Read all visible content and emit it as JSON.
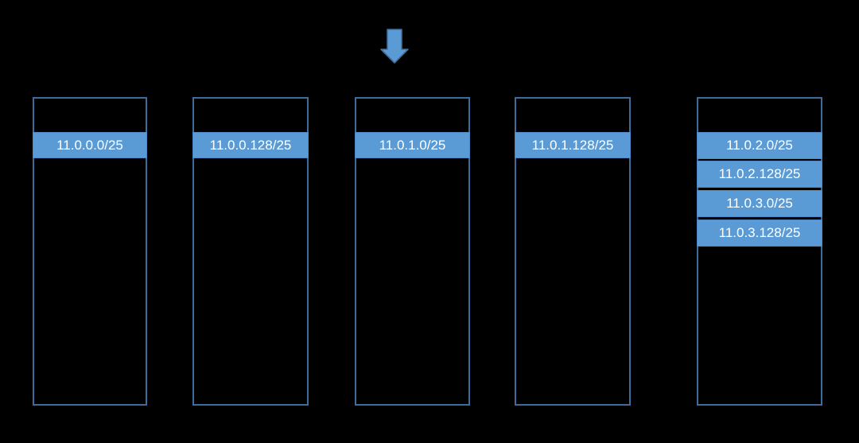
{
  "diagram": {
    "description": "Subnet address block diagram with five address-range boxes and a pointer arrow",
    "colors": {
      "background": "#000000",
      "box_border": "#3F6C9B",
      "bar_fill": "#5B9BD5",
      "bar_border": "#4E8AC8",
      "arrow_fill": "#5B9BD5",
      "arrow_stroke": "#41719C",
      "text": "#FFFFFF"
    },
    "arrow": {
      "name": "down-arrow",
      "direction": "down"
    },
    "columns": [
      {
        "subnets": [
          "11.0.0.0/25"
        ]
      },
      {
        "subnets": [
          "11.0.0.128/25"
        ]
      },
      {
        "subnets": [
          "11.0.1.0/25"
        ]
      },
      {
        "subnets": [
          "11.0.1.128/25"
        ]
      },
      {
        "subnets": [
          "11.0.2.0/25",
          "11.0.2.128/25",
          "11.0.3.0/25",
          "11.0.3.128/25"
        ]
      }
    ]
  }
}
